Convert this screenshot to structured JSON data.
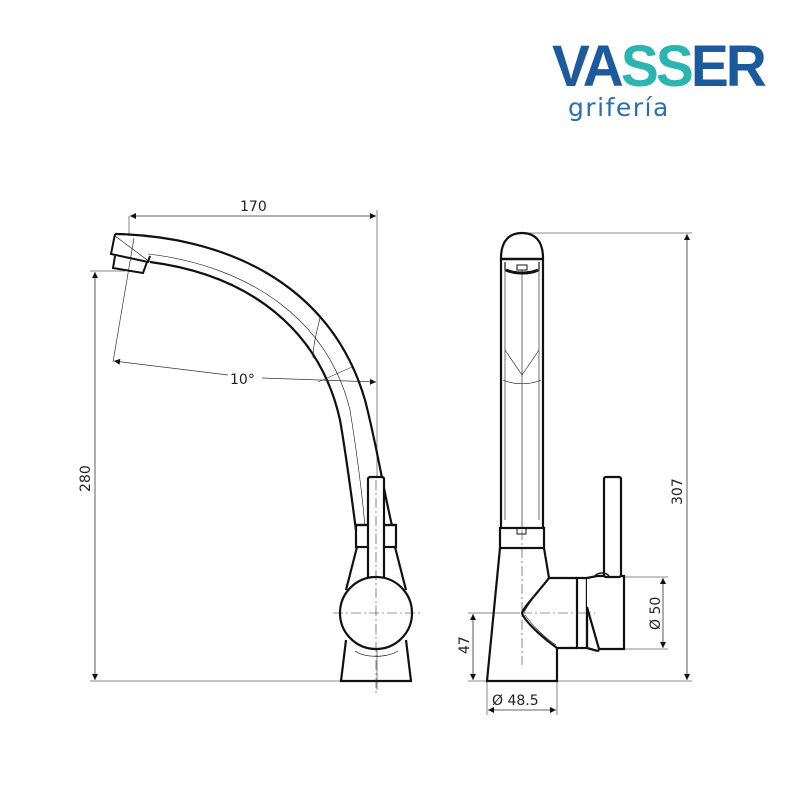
{
  "brand": {
    "name_part1": "VA",
    "name_part2": "SS",
    "name_part3": "ER",
    "subtitle": "grifería",
    "colors": {
      "primary": "#1b5a9c",
      "accent": "#2bb5b0"
    }
  },
  "drawing": {
    "type": "technical-drawing",
    "subject": "single-lever kitchen faucet",
    "views": [
      {
        "name": "front-view",
        "dimensions": {
          "spout_reach": "170",
          "total_height_to_outlet": "280",
          "spout_angle": "10°"
        }
      },
      {
        "name": "side-view",
        "dimensions": {
          "total_height": "307",
          "lever_body_diameter": "Ø50",
          "base_height": "47",
          "base_diameter": "Ø48.5"
        }
      }
    ]
  },
  "labels": {
    "dim_170": "170",
    "dim_280": "280",
    "dim_10deg": "10°",
    "dim_307": "307",
    "dim_50": "Ø 50",
    "dim_47": "47",
    "dim_48_5": "Ø 48.5"
  }
}
